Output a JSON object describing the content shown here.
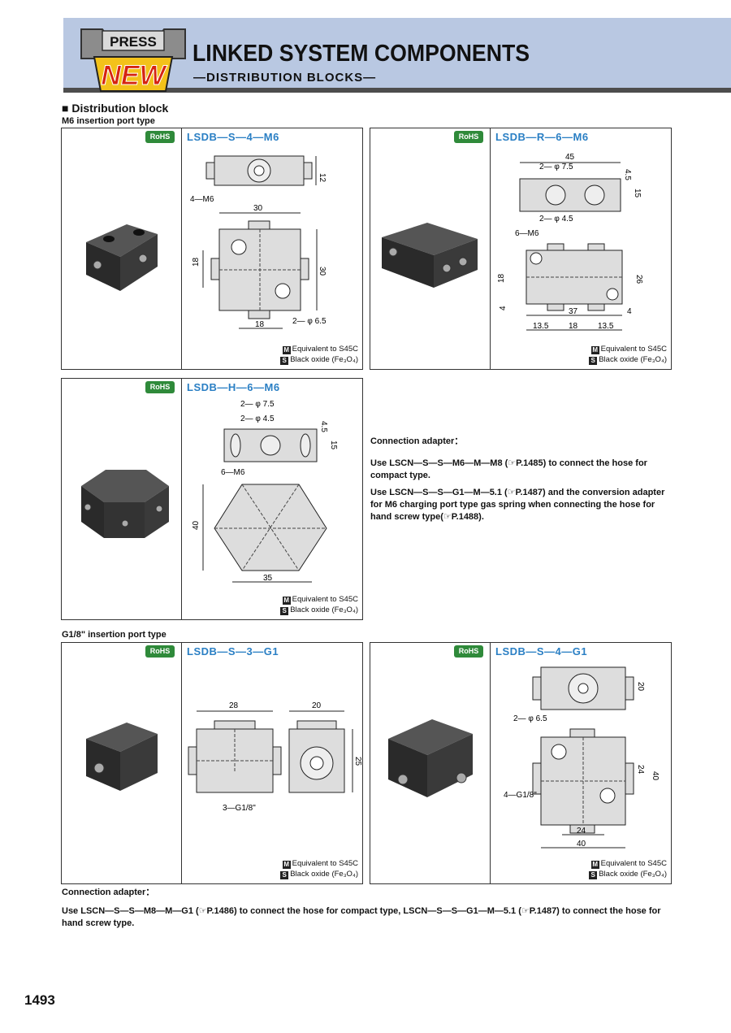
{
  "header": {
    "badge_top": "PRESS",
    "badge_main": "NEW",
    "title": "LINKED SYSTEM COMPONENTS",
    "subtitle": "—DISTRIBUTION BLOCKS—"
  },
  "section": {
    "title": "■ Distribution block",
    "m6_label": "M6 insertion port type",
    "g18_label": "G1/8\" insertion port type"
  },
  "common": {
    "rohs": "RoHS",
    "material_tag": "M",
    "material": "Equivalent to S45C",
    "finish_tag": "S",
    "finish": "Black oxide (Fe₃O₄)"
  },
  "products": {
    "p1": {
      "name": "LSDB—S—4—M6",
      "dims": {
        "d12": "12",
        "d4m6": "4—M6",
        "d30a": "30",
        "d30b": "30",
        "d18a": "18",
        "d18b": "18",
        "d2phi": "2— φ 6.5"
      }
    },
    "p2": {
      "name": "LSDB—R—6—M6",
      "dims": {
        "d45": "45",
        "d2phi75": "2— φ 7.5",
        "d45b": "4.5",
        "d15": "15",
        "d2phi45": "2— φ 4.5",
        "d6m6": "6—M6",
        "d18": "18",
        "d26": "26",
        "d4a": "4",
        "d37": "37",
        "d4b": "4",
        "d135a": "13.5",
        "d18b": "18",
        "d135b": "13.5"
      }
    },
    "p3": {
      "name": "LSDB—H—6—M6",
      "dims": {
        "d2phi75": "2— φ 7.5",
        "d2phi45": "2— φ 4.5",
        "d45": "4.5",
        "d15": "15",
        "d6m6": "6—M6",
        "d40": "40",
        "d35": "35"
      }
    },
    "p4": {
      "name": "LSDB—S—3—G1",
      "dims": {
        "d28": "28",
        "d20": "20",
        "d25": "25",
        "d3g": "3—G1/8\""
      }
    },
    "p5": {
      "name": "LSDB—S—4—G1",
      "dims": {
        "d20": "20",
        "d2phi": "2— φ 6.5",
        "d24a": "24",
        "d40a": "40",
        "d4g": "4—G1/8\"",
        "d24b": "24",
        "d40b": "40"
      }
    }
  },
  "adapter1": {
    "title": "Connection adapter：",
    "line1": "Use LSCN—S—S—M6—M—M8 (☞P.1485) to connect the hose for compact type.",
    "line2": "Use LSCN—S—S—G1—M—5.1 (☞P.1487) and the conversion adapter for M6 charging port type gas spring when connecting the hose for hand screw type(☞P.1488)."
  },
  "adapter2": {
    "title": "Connection adapter：",
    "line1": "Use LSCN—S—S—M8—M—G1 (☞P.1486) to connect the hose for compact type, LSCN—S—S—G1—M—5.1 (☞P.1487) to connect the hose for hand screw type."
  },
  "page_number": "1493"
}
